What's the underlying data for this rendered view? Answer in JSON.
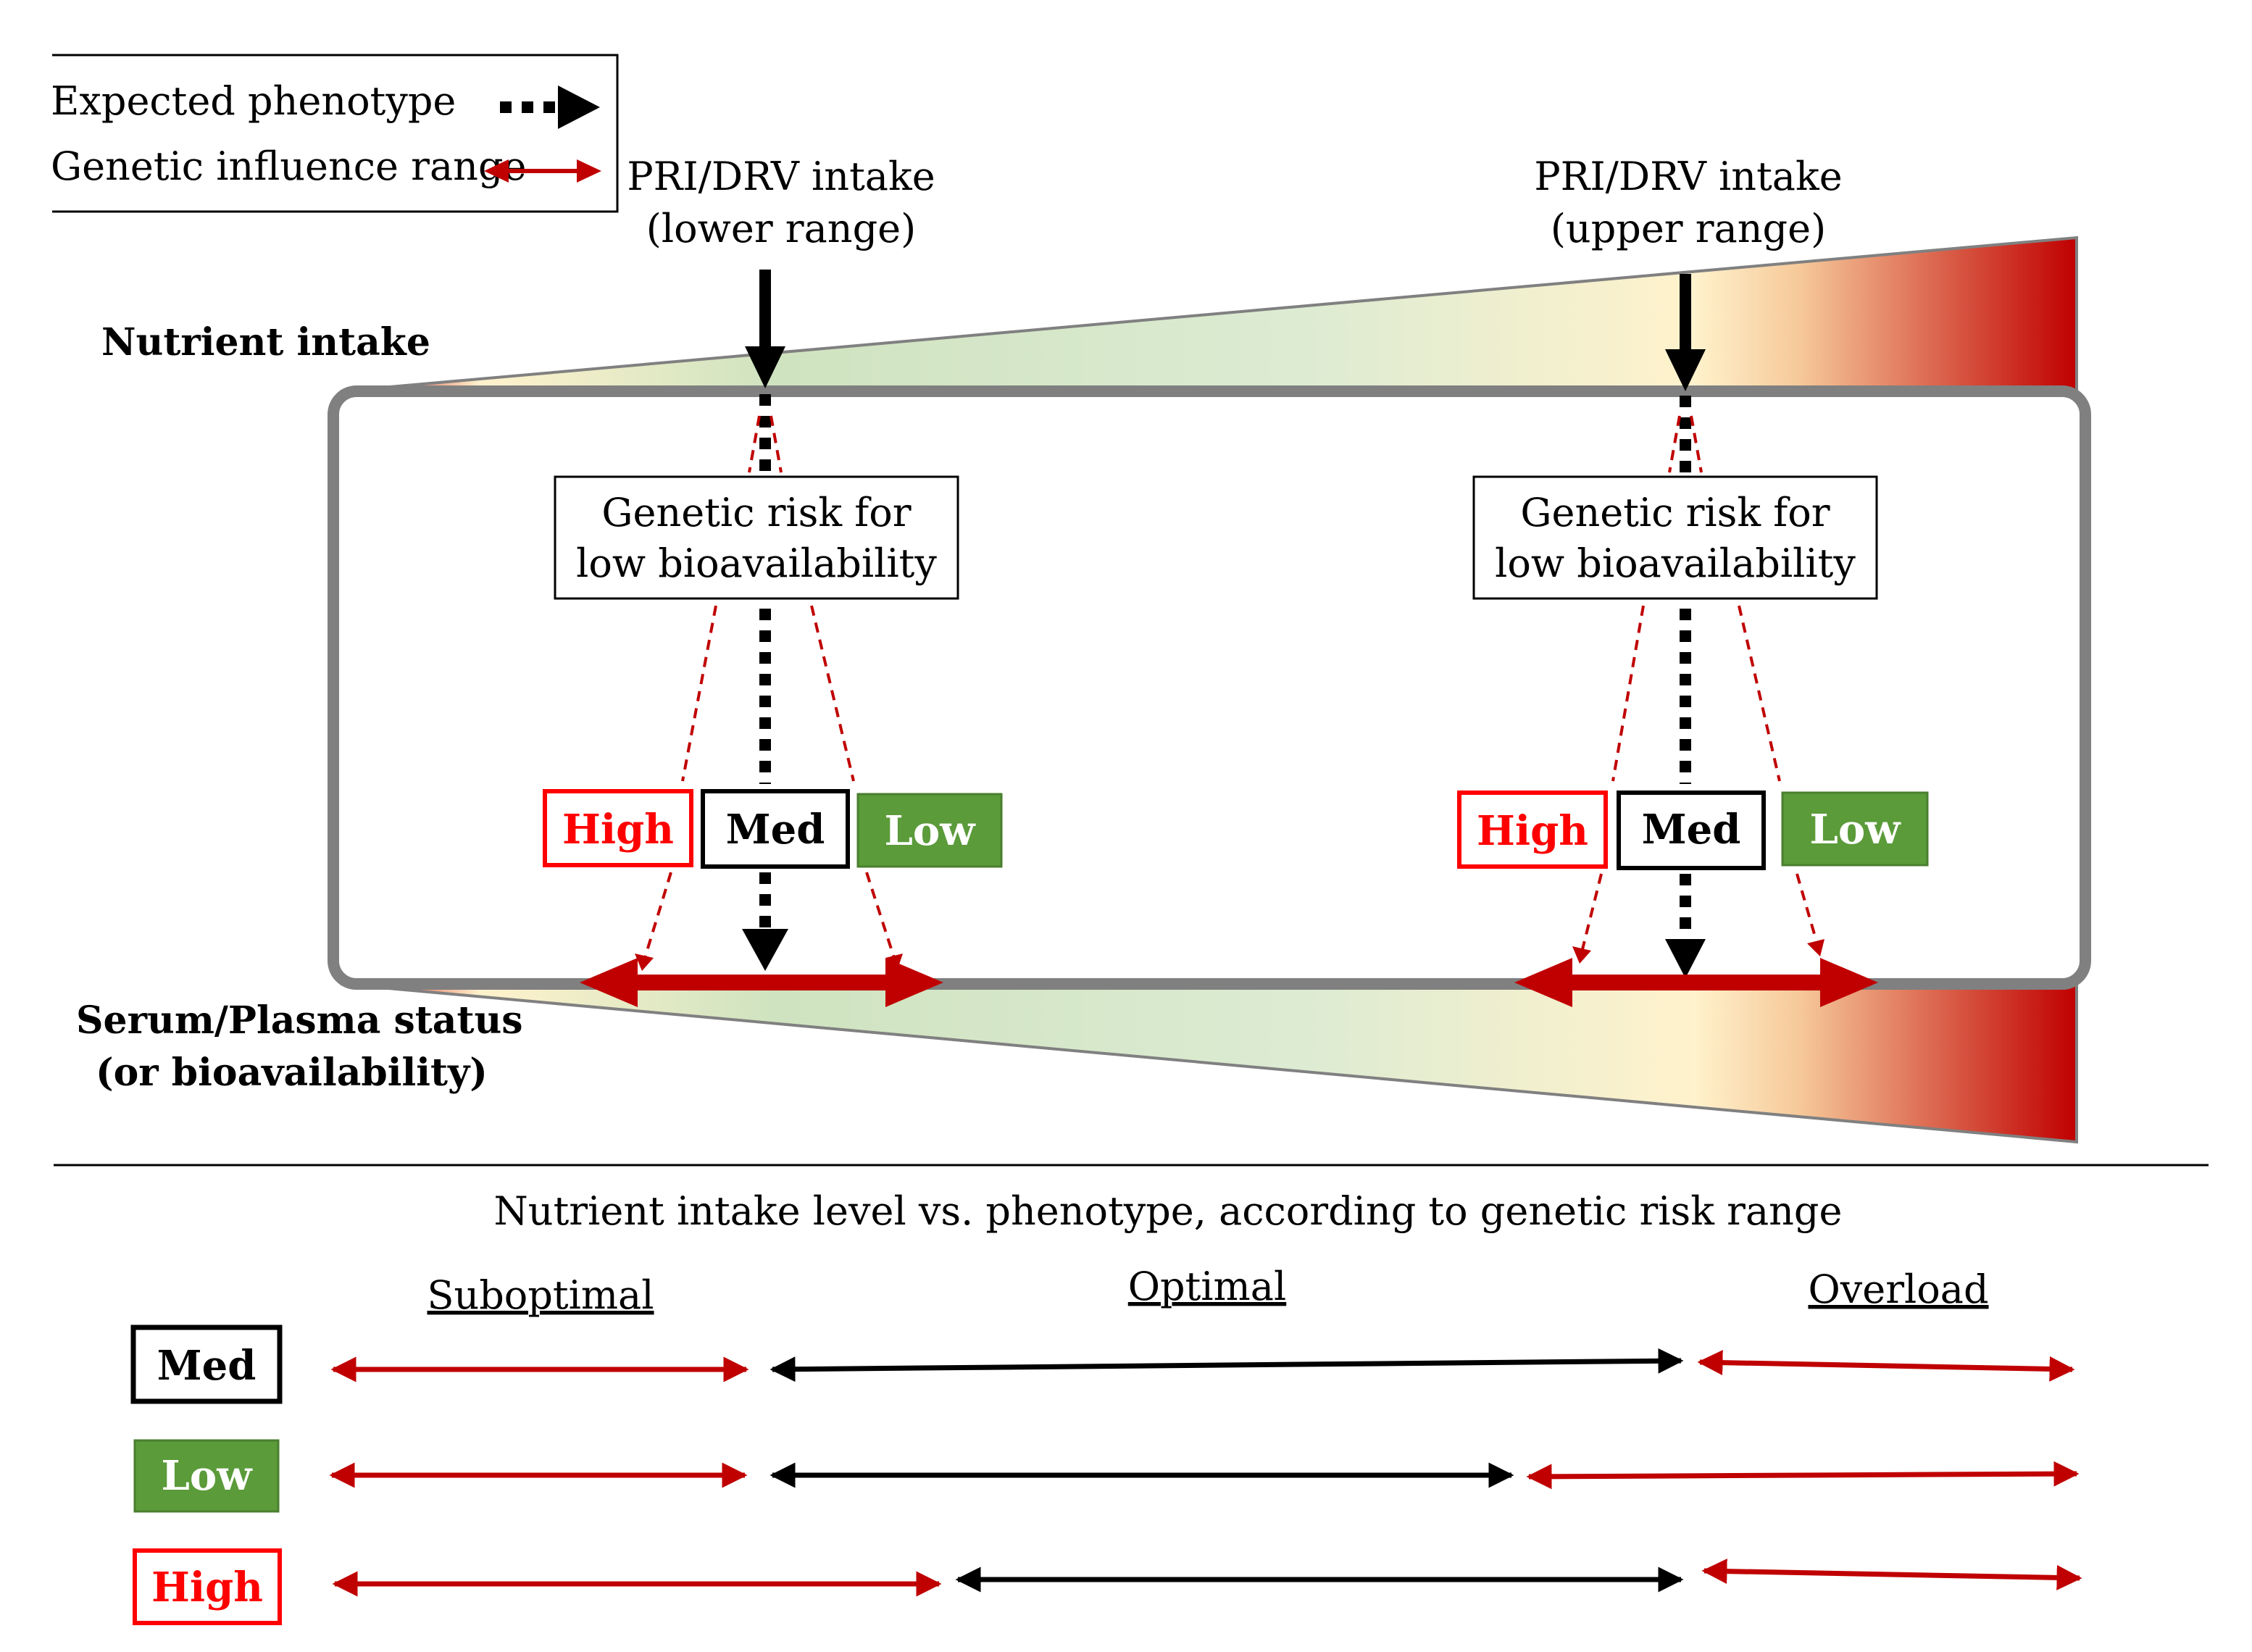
{
  "legend": {
    "expected_phenotype": "Expected phenotype",
    "genetic_influence_range": "Genetic influence range"
  },
  "labels": {
    "nutrient_intake": "Nutrient intake",
    "serum_line1": "Serum/Plasma status",
    "serum_line2": "(or bioavailability)"
  },
  "intake_lower": {
    "line1": "PRI/DRV intake",
    "line2": "(lower range)"
  },
  "intake_upper": {
    "line1": "PRI/DRV intake",
    "line2": "(upper range)"
  },
  "risk_box": {
    "line1": "Genetic risk  for",
    "line2": "low bioavailability"
  },
  "risk_levels": {
    "high": "High",
    "med": "Med",
    "low": "Low"
  },
  "bottom": {
    "title": "Nutrient intake level vs. phenotype, according to genetic risk range",
    "suboptimal": "Suboptimal",
    "optimal": "Optimal",
    "overload": "Overload"
  },
  "colors": {
    "red": "#c00000",
    "bright_red": "#ff0000",
    "green": "#5b9b3a",
    "gray": "#808080",
    "black": "#000000"
  }
}
